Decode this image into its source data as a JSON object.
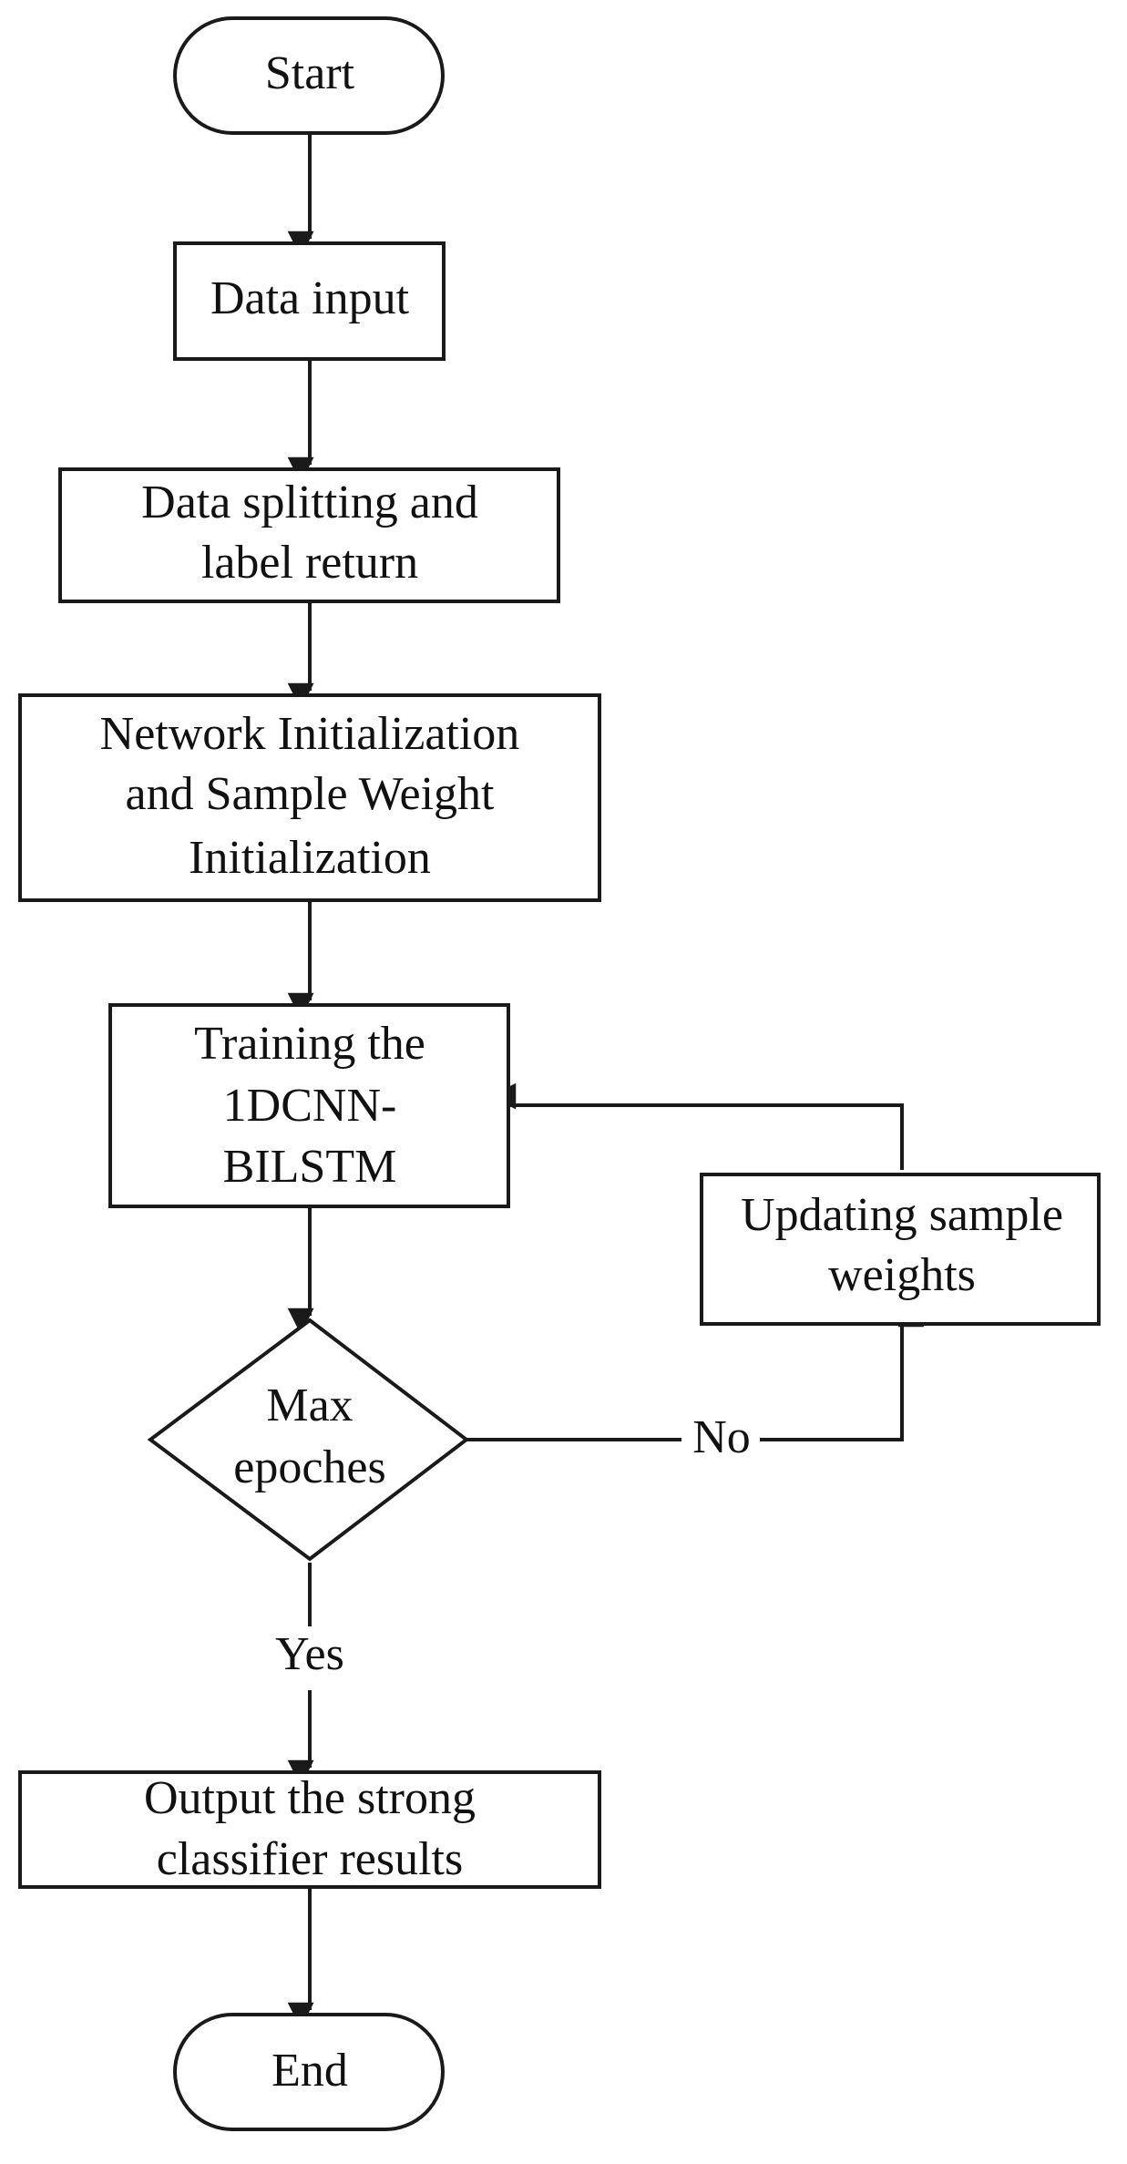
{
  "nodes": {
    "start": "Start",
    "data_input": "Data input",
    "data_splitting": [
      "Data splitting and",
      "label return"
    ],
    "network_init": [
      "Network Initialization",
      "and Sample Weight",
      "Initialization"
    ],
    "training": [
      "Training the",
      "1DCNN-",
      "BILSTM"
    ],
    "decision": [
      "Max",
      "epoches"
    ],
    "updating": [
      "Updating sample",
      "weights"
    ],
    "output": [
      "Output the strong",
      "classifier results"
    ],
    "end": "End"
  },
  "edges": {
    "no_label": "No",
    "yes_label": "Yes"
  }
}
